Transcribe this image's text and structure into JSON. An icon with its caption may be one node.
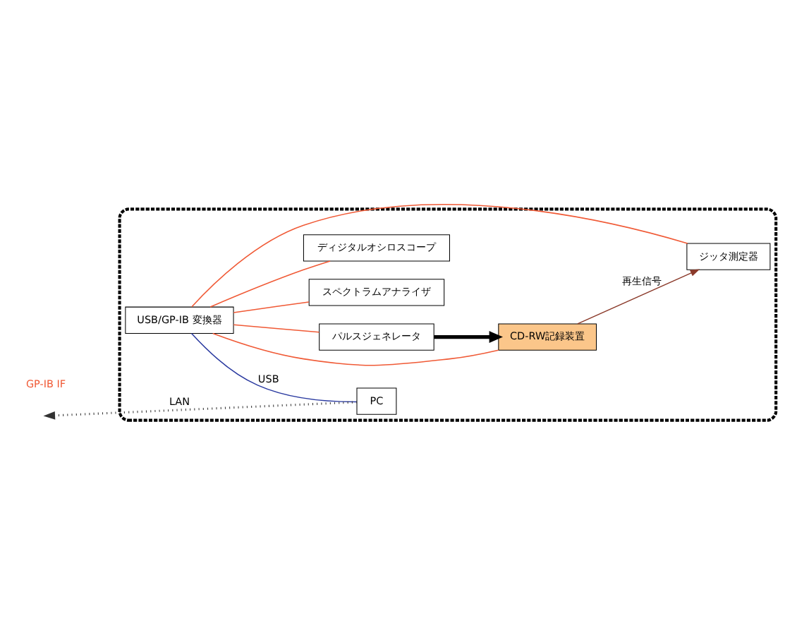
{
  "diagram": {
    "nodes": [
      {
        "text": [],
        "shape": "box"
      },
      {
        "text": [
          "パルスジェネレータ"
        ],
        "in": 0
      },
      {
        "text": [
          "CD-RW記録装置"
        ],
        "in": 0
      },
      {
        "text": [
          "USB/GP-IB 変換器"
        ],
        "in": 0
      },
      {
        "text": [
          "スペクトラムアナライザ"
        ],
        "in": 0
      },
      {
        "text": [
          "ディジタルオシロスコープ"
        ],
        "in": 0
      },
      {
        "text": [
          "PC"
        ],
        "in": 0
      },
      {
        "text": [
          "ジッタ測定器"
        ],
        "in": 0
      }
    ],
    "edges": [
      {
        "from": 1,
        "to": 2,
        "arrow": "to",
        "style": "thick",
        "color": "#000000"
      },
      {
        "from": 2,
        "to": 7,
        "arrow": "to",
        "label": "再生信号",
        "color": "#8b3a2a"
      },
      {
        "from": 3,
        "to": 1,
        "arrow": "none"
      },
      {
        "from": 3,
        "to": 2,
        "arrow": "none"
      },
      {
        "from": 3,
        "to": 4,
        "arrow": "none"
      },
      {
        "from": 3,
        "to": 5,
        "arrow": "none"
      },
      {
        "from": 3,
        "to": 7,
        "arrow": "none"
      },
      {
        "from": 3,
        "to": 6,
        "arrow": "none",
        "label": "USB",
        "color": "#2a3aa0"
      },
      {
        "from": 6,
        "to": null,
        "arrow": "to",
        "style": "dashed",
        "label": "LAN",
        "color": "#333333"
      }
    ],
    "labels": [
      "GP-IB IF"
    ]
  }
}
